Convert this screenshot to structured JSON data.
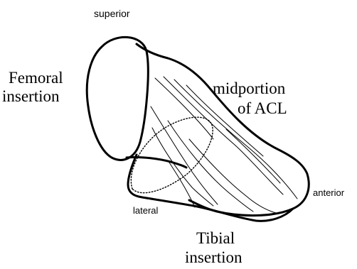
{
  "labels": {
    "superior": "superior",
    "femoral_line1": "Femoral",
    "femoral_line2": "insertion",
    "midportion_line1": "midportion",
    "midportion_line2": "of ACL",
    "anterior": "anterior",
    "lateral": "lateral",
    "tibial_line1": "Tibial",
    "tibial_line2": "insertion"
  }
}
